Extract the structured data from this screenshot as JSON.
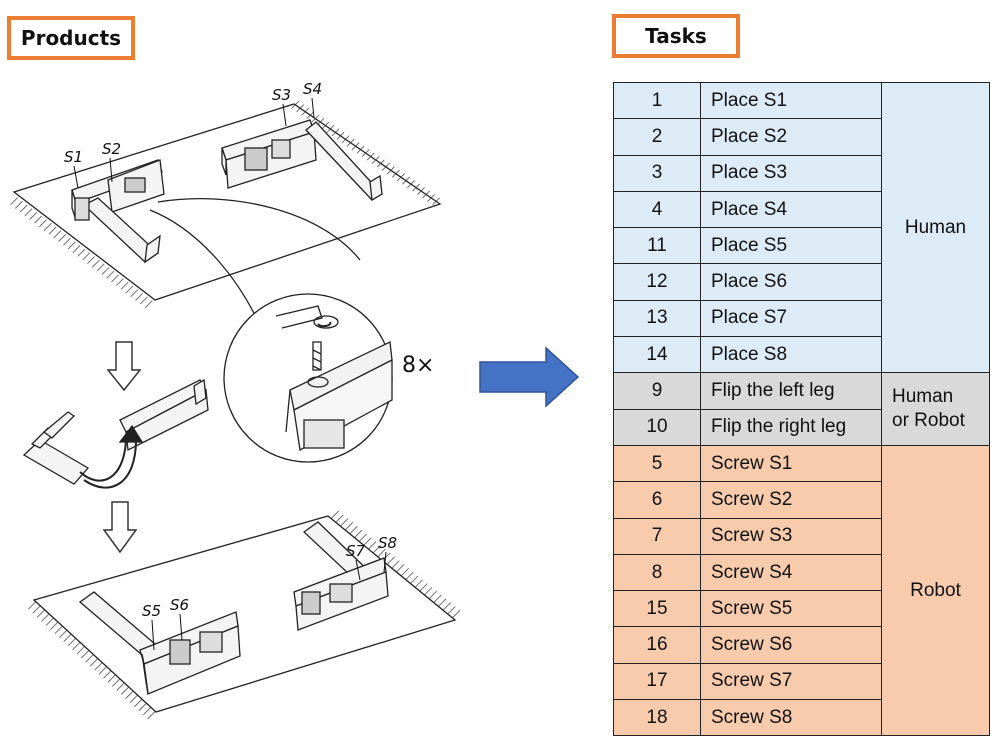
{
  "products_title": "Products",
  "tasks_title": "Tasks",
  "colors": {
    "accent_orange": "#ED7D31",
    "human_fill": "#DDEBF7",
    "shared_fill": "#D9D9D9",
    "robot_fill": "#F8CBAD",
    "arrow_blue": "#4472C4"
  },
  "illustration": {
    "labels": [
      "S1",
      "S2",
      "S3",
      "S4",
      "S5",
      "S6",
      "S7",
      "S8"
    ],
    "quantity": "8×"
  },
  "groups": [
    {
      "agent": "Human",
      "fill": "#DDEBF7",
      "tasks": [
        {
          "id": "1",
          "name": "Place S1"
        },
        {
          "id": "2",
          "name": "Place S2"
        },
        {
          "id": "3",
          "name": "Place S3"
        },
        {
          "id": "4",
          "name": "Place S4"
        },
        {
          "id": "11",
          "name": "Place S5"
        },
        {
          "id": "12",
          "name": "Place S6"
        },
        {
          "id": "13",
          "name": "Place S7"
        },
        {
          "id": "14",
          "name": "Place S8"
        }
      ]
    },
    {
      "agent": "Human\nor Robot",
      "fill": "#D9D9D9",
      "tasks": [
        {
          "id": "9",
          "name": "Flip the left leg"
        },
        {
          "id": "10",
          "name": "Flip the right leg"
        }
      ]
    },
    {
      "agent": "Robot",
      "fill": "#F8CBAD",
      "tasks": [
        {
          "id": "5",
          "name": "Screw S1"
        },
        {
          "id": "6",
          "name": "Screw S2"
        },
        {
          "id": "7",
          "name": "Screw S3"
        },
        {
          "id": "8",
          "name": "Screw S4"
        },
        {
          "id": "15",
          "name": "Screw S5"
        },
        {
          "id": "16",
          "name": "Screw S6"
        },
        {
          "id": "17",
          "name": "Screw S7"
        },
        {
          "id": "18",
          "name": "Screw S8"
        }
      ]
    }
  ]
}
